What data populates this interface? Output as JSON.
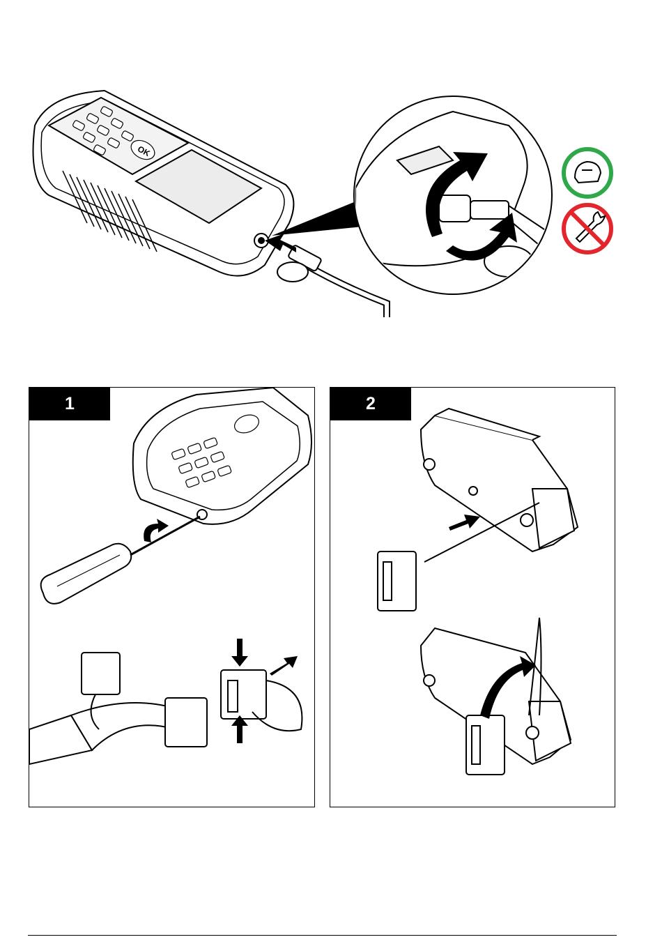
{
  "steps": [
    {
      "number": "1"
    },
    {
      "number": "2"
    }
  ],
  "device": {
    "ok_key_label": "OK"
  },
  "colors": {
    "allowed": "#2ea84a",
    "forbidden": "#e3262d",
    "ink": "#000000"
  },
  "icons": [
    "hand-tighten-icon",
    "no-wrench-icon",
    "rotate-arrow-icon",
    "push-arrow-icon",
    "screwdriver-icon"
  ]
}
